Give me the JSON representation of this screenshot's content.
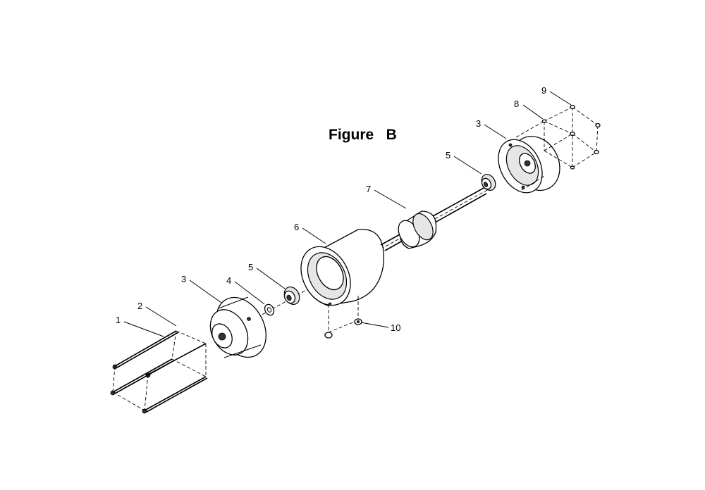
{
  "figure": {
    "title": "Figure   B"
  },
  "callouts": [
    {
      "id": "c1",
      "label": "1"
    },
    {
      "id": "c2",
      "label": "2"
    },
    {
      "id": "c3a",
      "label": "3"
    },
    {
      "id": "c4",
      "label": "4"
    },
    {
      "id": "c5a",
      "label": "5"
    },
    {
      "id": "c6",
      "label": "6"
    },
    {
      "id": "c7",
      "label": "7"
    },
    {
      "id": "c5b",
      "label": "5"
    },
    {
      "id": "c3b",
      "label": "3"
    },
    {
      "id": "c8",
      "label": "8"
    },
    {
      "id": "c9",
      "label": "9"
    },
    {
      "id": "c10",
      "label": "10"
    }
  ]
}
